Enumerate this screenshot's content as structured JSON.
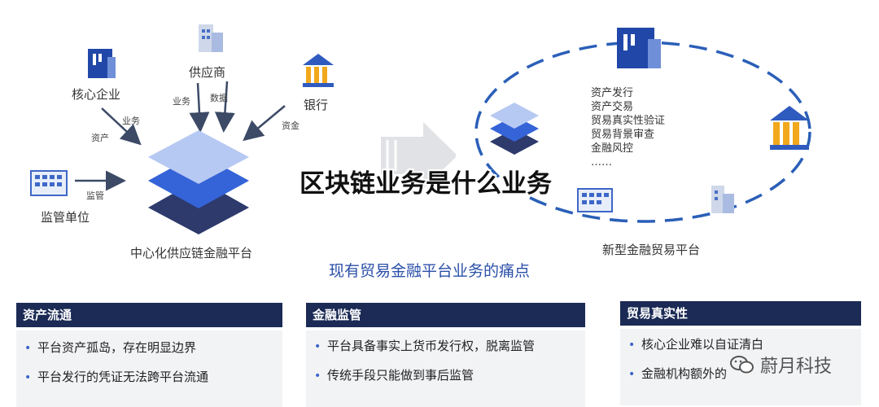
{
  "left_diagram": {
    "nodes": {
      "core_enterprise": "核心企业",
      "supplier": "供应商",
      "bank": "银行",
      "regulator": "监管单位"
    },
    "edge_labels": {
      "business_left": "业务",
      "assets": "资产",
      "business_top": "业务",
      "data": "数据",
      "funds": "资金",
      "supervision": "监管"
    },
    "platform_label": "中心化供应链金融平台"
  },
  "right_diagram": {
    "functions": [
      "资产发行",
      "资产交易",
      "贸易真实性验证",
      "贸易背景审查",
      "金融风控",
      "……"
    ],
    "platform_label": "新型金融贸易平台"
  },
  "overlay_title": "区块链业务是什么业务",
  "subtitle": "现有贸易金融平台业务的痛点",
  "panels": [
    {
      "title": "资产流通",
      "bullets": [
        "平台资产孤岛，存在明显边界",
        "平台发行的凭证无法跨平台流通"
      ]
    },
    {
      "title": "金融监管",
      "bullets": [
        "平台具备事实上货币发行权，脱离监管",
        "传统手段只能做到事后监管"
      ]
    },
    {
      "title": "贸易真实性",
      "bullets": [
        "核心企业难以自证清白",
        "金融机构额外的"
      ]
    }
  ],
  "watermark": "蔚月科技",
  "bullet_symbol": "•",
  "colors": {
    "accent_blue": "#2a5fb8",
    "navy": "#1b2b55",
    "gold": "#f2a81d",
    "light_blue": "#a8c2f0"
  }
}
